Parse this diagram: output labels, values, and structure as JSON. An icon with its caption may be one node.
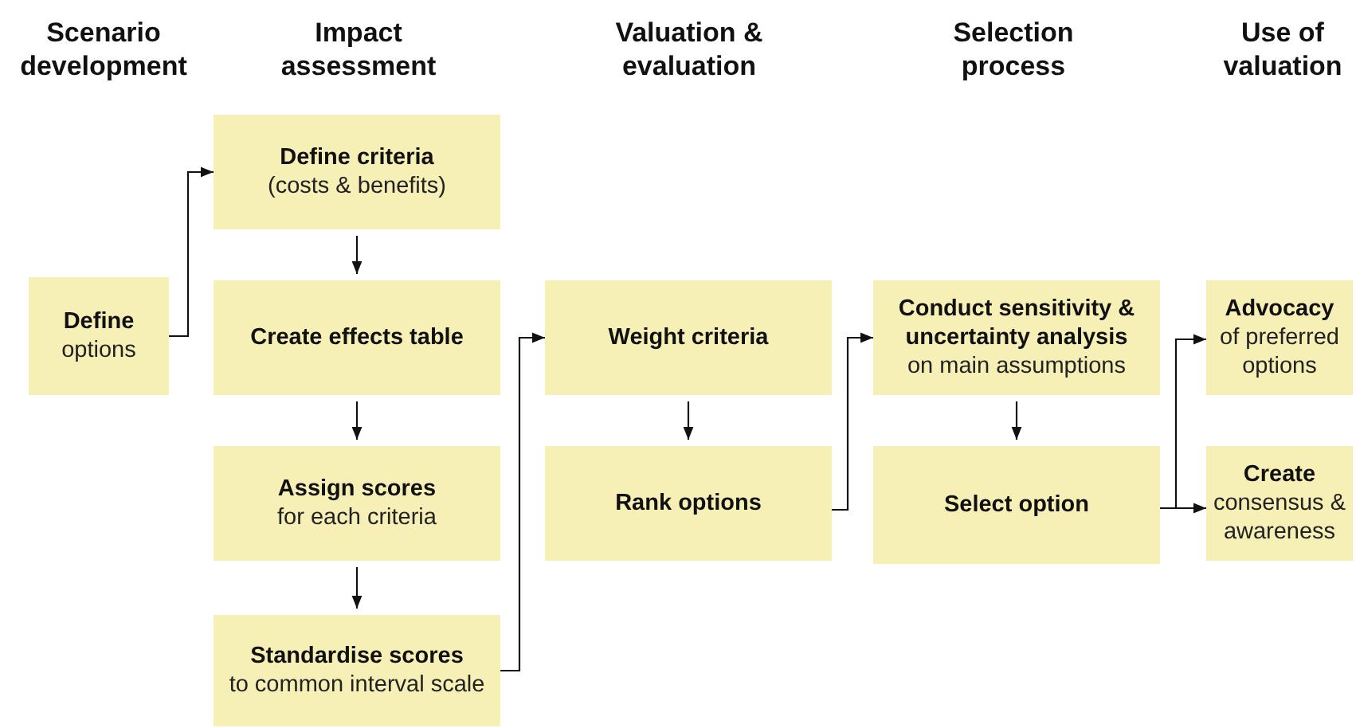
{
  "diagram": {
    "nodes": [
      {
        "text": [
          "Define",
          "options"
        ]
      },
      {
        "text": [
          "Define criteria",
          "(costs & benefits)"
        ]
      },
      {
        "text": [
          "Create effects table"
        ]
      },
      {
        "text": [
          "Assign scores",
          "for each criteria"
        ]
      },
      {
        "text": [
          "Standardise scores",
          "to common interval scale"
        ]
      },
      {
        "text": [
          "Weight criteria"
        ]
      },
      {
        "text": [
          "Rank options"
        ]
      },
      {
        "text": [
          "Conduct sensitivity & uncertainty analysis",
          "on main assumptions"
        ]
      },
      {
        "text": [
          "Select option"
        ]
      },
      {
        "text": [
          "Advocacy",
          "of preferred options"
        ]
      },
      {
        "text": [
          "Create",
          "consensus & awareness"
        ]
      }
    ],
    "edges": [
      {
        "from": 0,
        "to": 1,
        "arrow": "to"
      },
      {
        "from": 1,
        "to": 2,
        "arrow": "to"
      },
      {
        "from": 2,
        "to": 3,
        "arrow": "to"
      },
      {
        "from": 3,
        "to": 4,
        "arrow": "to"
      },
      {
        "from": 4,
        "to": 5,
        "arrow": "to"
      },
      {
        "from": 5,
        "to": 6,
        "arrow": "to"
      },
      {
        "from": 6,
        "to": 7,
        "arrow": "to"
      },
      {
        "from": 7,
        "to": 8,
        "arrow": "to"
      },
      {
        "from": 8,
        "to": 9,
        "arrow": "to"
      },
      {
        "from": 8,
        "to": 10,
        "arrow": "to"
      }
    ],
    "labels": [
      "Scenario development",
      "Impact assessment",
      "Valuation & evaluation",
      "Selection process",
      "Use of valuation"
    ]
  }
}
